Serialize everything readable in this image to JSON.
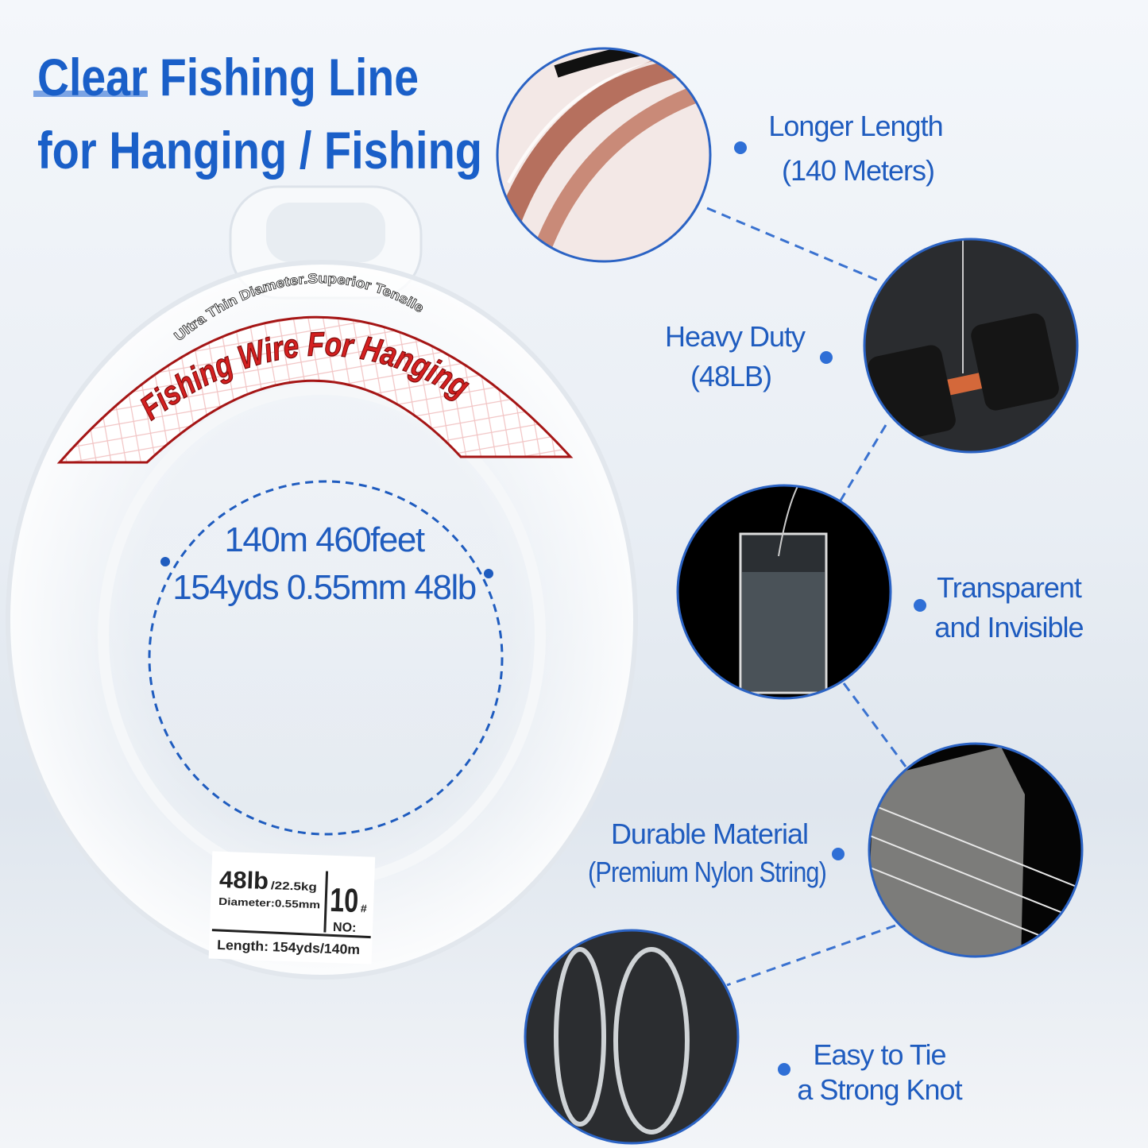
{
  "title": {
    "line1": "Clear Fishing Line",
    "line2": "for Hanging / Fishing"
  },
  "spool": {
    "arc_top": "Ultra Thin Diameter.Superior Tensile",
    "arc_main": "Fishing Wire For Hanging",
    "spec_line1": "140m 460feet",
    "spec_line2": "154yds 0.55mm 48lb",
    "label": {
      "strength": "48lb",
      "strength_kg": "/22.5kg",
      "diameter": "Diameter:0.55mm",
      "number": "10",
      "number_mark": "#",
      "no": "NO:",
      "length": "Length: 154yds/140m"
    }
  },
  "features": [
    {
      "line1": "Longer Length",
      "line2": "(140 Meters)",
      "photo": "spool-closeup"
    },
    {
      "line1": "Heavy Duty",
      "line2": "(48LB)",
      "photo": "dumbbell-hanging"
    },
    {
      "line1": "Transparent",
      "line2": "and Invisible",
      "photo": "glass-of-water"
    },
    {
      "line1": "Durable Material",
      "line2": "(Premium Nylon String)",
      "photo": "rock-with-line"
    },
    {
      "line1": "Easy to Tie",
      "line2": "a Strong Knot",
      "photo": "carbon-loops"
    }
  ],
  "colors": {
    "accent": "#1f5cbf",
    "label_red": "#d42020",
    "photo_border": "#2b63c4"
  }
}
